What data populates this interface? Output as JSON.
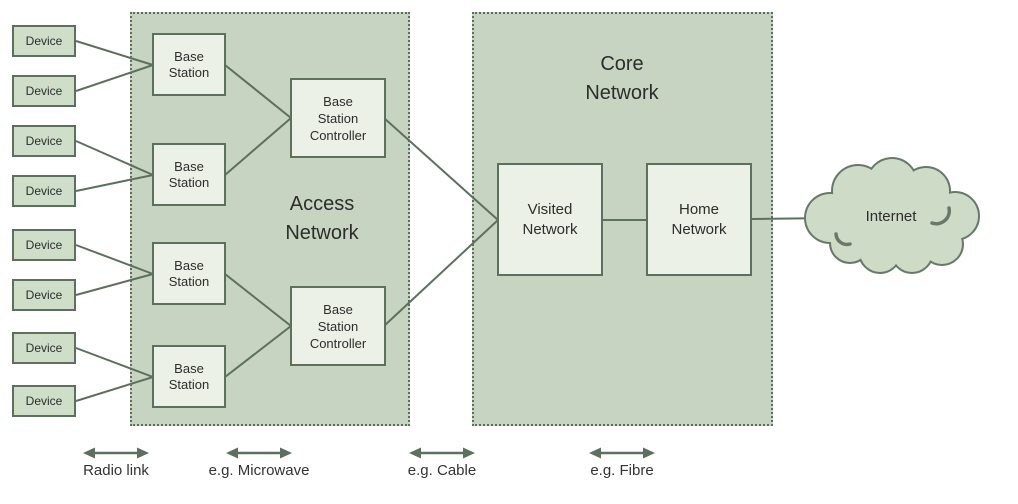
{
  "colors": {
    "panel-fill": "#c6d4c1",
    "panel-border": "#5d7060",
    "node-fill": "#ecf1e7",
    "device-fill": "#cedec8",
    "node-border": "#5d7060",
    "wire": "#5d7060",
    "text": "#2d2d2d",
    "cloud-fill": "#cedcc7",
    "cloud-border": "#68796a",
    "arrow": "#5d7060",
    "background": "#ffffff"
  },
  "diagram": {
    "devices": [
      "Device",
      "Device",
      "Device",
      "Device",
      "Device",
      "Device",
      "Device",
      "Device"
    ],
    "base_stations": [
      "Base Station",
      "Base Station",
      "Base Station",
      "Base Station"
    ],
    "controllers": [
      "Base Station Controller",
      "Base Station Controller"
    ],
    "access_label": "Access Network",
    "core_label": "Core Network",
    "visited_label": "Visited Network",
    "home_label": "Home Network",
    "internet_label": "Internet"
  },
  "legend": {
    "items": [
      {
        "label": "Radio link"
      },
      {
        "label": "e.g. Microwave"
      },
      {
        "label": "e.g. Cable"
      },
      {
        "label": "e.g. Fibre"
      }
    ]
  }
}
